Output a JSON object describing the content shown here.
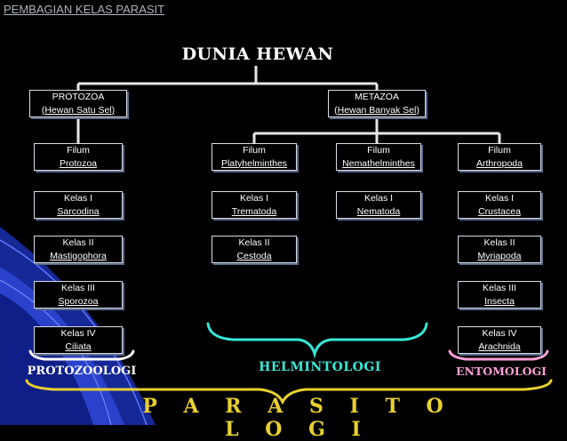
{
  "slide": {
    "title": "PEMBAGIAN KELAS PARASIT"
  },
  "root": {
    "title": "DUNIA HEWAN"
  },
  "protozoa": {
    "name": "PROTOZOA",
    "desc": "(Hewan Satu Sel)"
  },
  "metazoa": {
    "name": "METAZOA",
    "desc": "(Hewan Banyak Sel)"
  },
  "columns": [
    {
      "phylum": [
        "Filum",
        "Protozoa"
      ],
      "classes": [
        [
          "Kelas I",
          "Sarcodina"
        ],
        [
          "Kelas II",
          "Mastigophora"
        ],
        [
          "Kelas III",
          "Sporozoa"
        ],
        [
          "Kelas IV",
          "Ciliata"
        ]
      ]
    },
    {
      "phylum": [
        "Filum",
        "Platyhelminthes"
      ],
      "classes": [
        [
          "Kelas I",
          "Trematoda"
        ],
        [
          "Kelas II",
          "Cestoda"
        ]
      ]
    },
    {
      "phylum": [
        "Filum",
        "Nemathelminthes"
      ],
      "classes": [
        [
          "Kelas I",
          "Nematoda"
        ]
      ]
    },
    {
      "phylum": [
        "Filum",
        "Arthropoda"
      ],
      "classes": [
        [
          "Kelas I",
          "Crustacea"
        ],
        [
          "Kelas II",
          "Myriapoda"
        ],
        [
          "Kelas III",
          "Insecta"
        ],
        [
          "Kelas IV",
          "Arachnida"
        ]
      ]
    }
  ],
  "fields": {
    "protozoologi": "PROTOZOOLOGI",
    "helmintologi": "HELMINTOLOGI",
    "entomologi": "ENTOMOLOGI",
    "parasitologi": "P A R A S I T O L O G I"
  },
  "colors": {
    "background": "#000000",
    "node_border": "#d8dde6",
    "connector": "#e6e6e6",
    "protozoologi_brace": "#ffffff",
    "helmintologi": "#38e8d8",
    "entomologi": "#ff9fd6",
    "parasitologi": "#e8d030",
    "wave_blue": "#1a2fb0"
  }
}
